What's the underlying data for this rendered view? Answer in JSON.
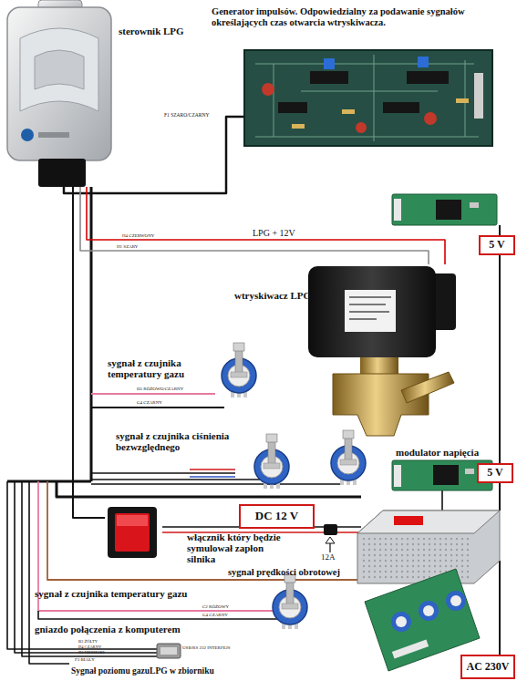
{
  "diagram": {
    "nodes": [
      {
        "text": [
          "sterownik LPG"
        ]
      },
      {
        "text": [
          "Generator impulsów. Odpowiedzialny za podawanie sygnałów określających czas otwarcia wtryskiwacza."
        ]
      },
      {
        "text": [
          "5 V"
        ]
      },
      {
        "text": [
          "wtryskiwacz LPG"
        ]
      },
      {
        "text": [
          "5 V"
        ]
      },
      {
        "text": [
          "DC 12 V"
        ]
      },
      {
        "text": [
          "włącznik który będzie symulował zapłon silnika"
        ]
      },
      {
        "text": [
          "AC 230V"
        ]
      }
    ],
    "edges": [
      {
        "from": 0,
        "to": 1,
        "label": "F1 SZARO/CZARNY",
        "arrow": "none"
      },
      {
        "from": 0,
        "to": 3,
        "label": "H4 CZERWONY",
        "arrow": "none"
      },
      {
        "from": 0,
        "to": 3,
        "label": "H1 SZARY",
        "arrow": "none"
      },
      {
        "from": 0,
        "to": 6,
        "arrow": "none"
      }
    ],
    "labels": [
      "LPG + 12V",
      "sygnał z czujnika temperatury gazu",
      "D5 RÓŻOWO/CZARNY",
      "G4 CZARNY",
      "sygnał z czujnika ciśnienia bezwzględnego",
      "modulator napięcia",
      "12A",
      "sygnał prędkości obrotowej",
      "sygnał z czujnika temperatury gazu",
      "C2 RÓŻOWY",
      "G4 CZARNY",
      "gniazdo połączenia z komputerem",
      "B3 ŻÓŁTY",
      "D4 CZARNY",
      "D3 NIEBIESKI",
      "USB/RS 232 INTERFEJS",
      "F3 BIAŁY",
      "Sygnał poziomu gazuLPG w zbiorniku"
    ]
  }
}
